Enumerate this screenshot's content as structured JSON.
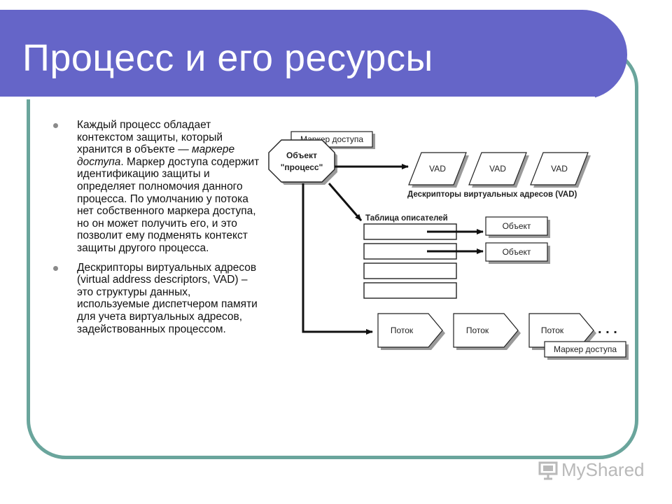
{
  "slide": {
    "title": "Процесс и его ресурсы",
    "bullets": [
      {
        "before": "Каждый процесс обладает контекстом защиты, который хранится в объекте — ",
        "emphasis": "маркере доступа",
        "after": ". Маркер доступа содержит идентификацию защиты и определяет полномочия данного процесса. По умолчанию у потока нет собственного маркера доступа, но он может получить его, и это позволит ему подменять контекст защиты другого процесса."
      },
      {
        "text": "Дескрипторы виртуальных адресов (virtual address descriptors, VAD) – это структуры данных, используемые диспетчером памяти для учета виртуальных адресов, задействованных процессом."
      }
    ]
  },
  "diagram": {
    "access_token_top": "Маркер доступа",
    "process_object_line1": "Объект",
    "process_object_line2": "\"процесс\"",
    "vad_items": [
      "VAD",
      "VAD",
      "VAD"
    ],
    "vad_caption": "Дескрипторы виртуальных адресов (VAD)",
    "handle_table_caption": "Таблица описателей",
    "objects": [
      "Объект",
      "Объект"
    ],
    "threads": [
      "Поток",
      "Поток",
      "Поток"
    ],
    "ellipsis": ". . .",
    "access_token_thread": "Маркер доступа"
  },
  "watermark": {
    "text": "MyShared"
  }
}
